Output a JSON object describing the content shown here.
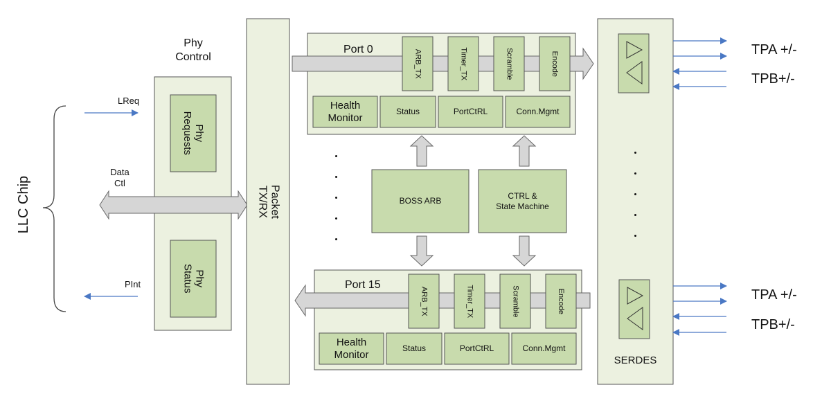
{
  "llc": {
    "label": "LLC Chip"
  },
  "phy_control": {
    "title": "Phy\nControl",
    "requests": "Phy\nRequests",
    "status": "Phy\nStatus"
  },
  "signals": {
    "lreq": "LReq",
    "data_ctl": "Data\nCtl",
    "pint": "PInt"
  },
  "packet": {
    "label": "Packet TX/RX"
  },
  "port0": {
    "title": "Port 0",
    "arb": "ARB_TX",
    "timer": "Timer_TX",
    "scramble": "Scramble",
    "encode": "Encode",
    "health": "Health\nMonitor",
    "status": "Status",
    "portctrl": "PortCtRL",
    "conn": "Conn.Mgmt"
  },
  "port15": {
    "title": "Port 15",
    "arb": "ARB_TX",
    "timer": "Timer_TX",
    "scramble": "Scramble",
    "encode": "Encode",
    "health": "Health\nMonitor",
    "status": "Status",
    "portctrl": "PortCtRL",
    "conn": "Conn.Mgmt"
  },
  "center": {
    "boss": "BOSS ARB",
    "ctrl": "CTRL &\nState Machine"
  },
  "serdes": {
    "label": "SERDES",
    "tpa_top": "TPA +/-",
    "tpb_top": "TPB+/-",
    "tpa_bottom": "TPA +/-",
    "tpb_bottom": "TPB+/-"
  },
  "colors": {
    "panel_fill": "#ecf1e0",
    "box_fill": "#c8dbad",
    "arrow_fill": "#d6d6d6",
    "signal_blue": "#4a78c4"
  }
}
